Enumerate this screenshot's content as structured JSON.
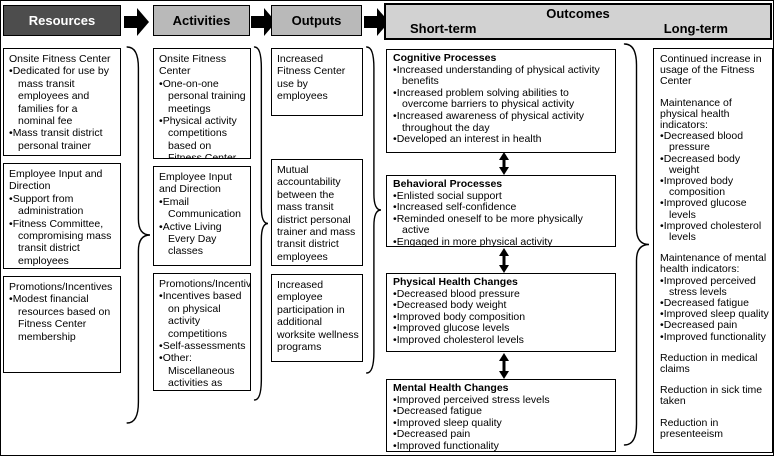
{
  "header": {
    "resources": "Resources",
    "activities": "Activities",
    "outputs": "Outputs",
    "outcomes": "Outcomes",
    "short_term": "Short-term",
    "long_term": "Long-term"
  },
  "colors": {
    "resources_header_bg": "#4d4d4d",
    "resources_header_text": "#ffffff",
    "light_header_bg": "#b9b9b9",
    "outcomes_header_bg": "#d2d2d2",
    "box_border": "#000000",
    "arrow_color": "#000000"
  },
  "resources": [
    {
      "title": "Onsite Fitness Center",
      "bullets": [
        "Dedicated for use by mass transit employees and families for a nominal fee",
        "Mass transit district personal trainer"
      ]
    },
    {
      "title": "Employee Input and Direction",
      "bullets": [
        "Support from administration",
        "Fitness Committee, compromising mass transit district employees"
      ]
    },
    {
      "title": "Promotions/Incentives",
      "bullets": [
        "Modest financial resources based on Fitness Center membership"
      ]
    }
  ],
  "activities": [
    {
      "title": "Onsite Fitness Center",
      "bullets": [
        "One-on-one personal training meetings",
        "Physical activity competitions based on Fitness Center Use"
      ]
    },
    {
      "title": "Employee Input and Direction",
      "bullets": [
        "Email Communication",
        "Active Living Every Day classes"
      ]
    },
    {
      "title": "Promotions/Incentives",
      "bullets": [
        "Incentives based on physical activity competitions",
        "Self-assessments",
        "Other: Miscellaneous activities as needed"
      ]
    }
  ],
  "outputs": [
    {
      "text": "Increased Fitness Center use by employees"
    },
    {
      "text": "Mutual accountability between the mass transit district personal trainer and mass transit district employees"
    },
    {
      "text": "Increased employee participation in additional worksite wellness programs"
    }
  ],
  "short_term": [
    {
      "title": "Cognitive Processes",
      "bullets": [
        "Increased understanding of physical activity benefits",
        "Increased problem solving abilities to overcome barriers to physical activity",
        "Increased awareness of physical activity throughout the day",
        "Developed an interest in health"
      ]
    },
    {
      "title": "Behavioral Processes",
      "bullets": [
        "Enlisted social support",
        "Increased self-confidence",
        "Reminded oneself to be more physically active",
        "Engaged in more physical activity"
      ]
    },
    {
      "title": "Physical Health Changes",
      "bullets": [
        "Decreased blood pressure",
        "Decreased body weight",
        "Improved body composition",
        "Improved glucose levels",
        "Improved cholesterol levels"
      ]
    },
    {
      "title": "Mental Health Changes",
      "bullets": [
        "Improved perceived stress levels",
        "Decreased fatigue",
        "Improved sleep quality",
        "Decreased pain",
        "Improved functionality"
      ]
    }
  ],
  "long_term": {
    "sections": [
      {
        "text": "Continued increase in usage of the Fitness Center",
        "bullets": []
      },
      {
        "text": "Maintenance of physical health indicators:",
        "bullets": [
          "Decreased blood pressure",
          "Decreased body weight",
          "Improved body composition",
          "Improved glucose levels",
          "Improved cholesterol levels"
        ]
      },
      {
        "text": "Maintenance of mental health indicators:",
        "bullets": [
          "Improved perceived stress levels",
          "Decreased fatigue",
          "Improved sleep quality",
          "Decreased pain",
          "Improved functionality"
        ]
      },
      {
        "text": "Reduction in medical claims",
        "bullets": []
      },
      {
        "text": "Reduction in sick time taken",
        "bullets": []
      },
      {
        "text": "Reduction in presenteeism",
        "bullets": []
      }
    ]
  }
}
